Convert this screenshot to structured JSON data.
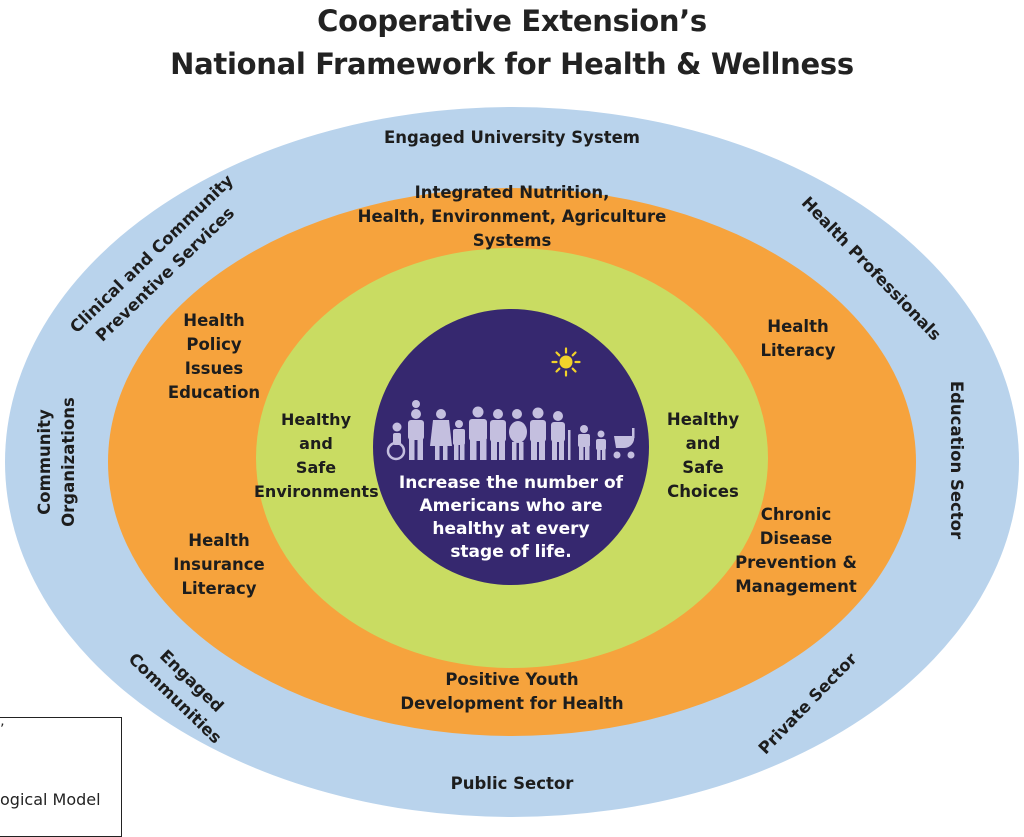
{
  "title": {
    "line1": "Cooperative Extension’s",
    "line2": "National Framework for Health & Wellness"
  },
  "colors": {
    "outer": "#b9d3ec",
    "middle": "#f6a33d",
    "inner": "#c9dc62",
    "core": "#36286f",
    "sun": "#f2d22a",
    "figures": "#c4bfdf"
  },
  "outer_ring": {
    "top": "Engaged University System",
    "top_left": [
      "Clinical and Community",
      "Preventive Services"
    ],
    "top_right": "Health Professionals",
    "left": [
      "Community",
      "Organizations"
    ],
    "right": "Education Sector",
    "bottom_left": [
      "Engaged",
      "Communities"
    ],
    "bottom_right": "Private Sector",
    "bottom": "Public Sector"
  },
  "middle_ring": {
    "top": [
      "Integrated Nutrition,",
      "Health, Environment, Agriculture",
      "Systems"
    ],
    "upper_left": [
      "Health",
      "Policy",
      "Issues",
      "Education"
    ],
    "lower_left": [
      "Health",
      "Insurance",
      "Literacy"
    ],
    "upper_right": [
      "Health",
      "Literacy"
    ],
    "lower_right": [
      "Chronic",
      "Disease",
      "Prevention &",
      "Management"
    ],
    "bottom": [
      "Positive Youth",
      "Development for Health"
    ]
  },
  "inner_ring": {
    "left": [
      "Healthy",
      "and",
      "Safe",
      "Environments"
    ],
    "right": [
      "Healthy",
      "and",
      "Safe",
      "Choices"
    ]
  },
  "core": {
    "icons": [
      "sun-icon",
      "people-group-icon"
    ],
    "text": [
      "Increase the number of",
      "Americans who are",
      "healthy at every",
      "stage of life."
    ]
  },
  "legend": {
    "partial_text": "ogical Model"
  }
}
